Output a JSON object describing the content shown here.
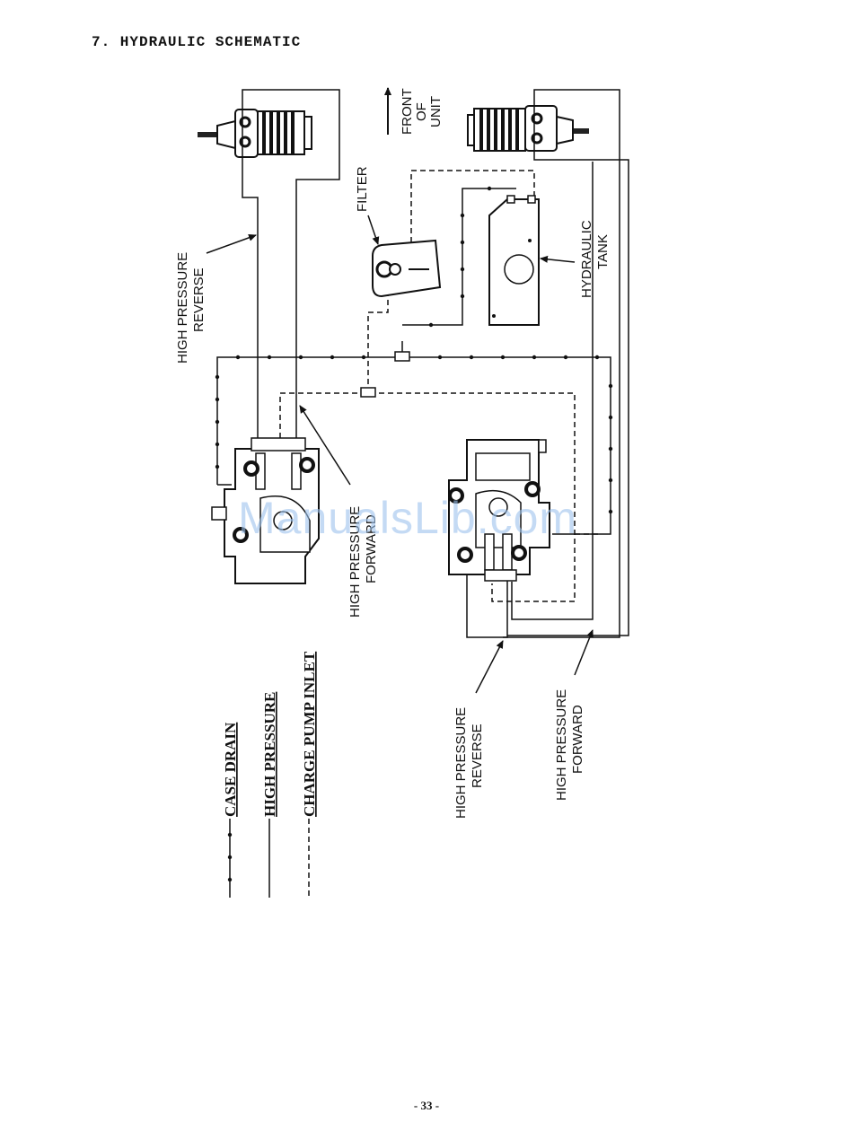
{
  "title": "7. HYDRAULIC SCHEMATIC",
  "page_number": "- 33 -",
  "watermark": "ManualsLib.com",
  "front_of_unit": {
    "line1": "FRONT",
    "line2": "OF",
    "line3": "UNIT"
  },
  "labels": {
    "filter": "FILTER",
    "hydraulic_tank": {
      "line1": "HYDRAULIC",
      "line2": "TANK"
    },
    "upper_hp_reverse": {
      "line1": "HIGH PRESSURE",
      "line2": "REVERSE"
    },
    "upper_hp_forward": {
      "line1": "HIGH PRESSURE",
      "line2": "FORWARD"
    },
    "lower_hp_reverse": {
      "line1": "HIGH PRESSURE",
      "line2": "REVERSE"
    },
    "lower_hp_forward": {
      "line1": "HIGH PRESSURE",
      "line2": "FORWARD"
    }
  },
  "legend": [
    {
      "label": "CASE DRAIN",
      "line_style": "dotted"
    },
    {
      "label": "HIGH PRESSURE",
      "line_style": "solid"
    },
    {
      "label": "CHARGE PUMP INLET",
      "line_style": "dashed"
    }
  ]
}
